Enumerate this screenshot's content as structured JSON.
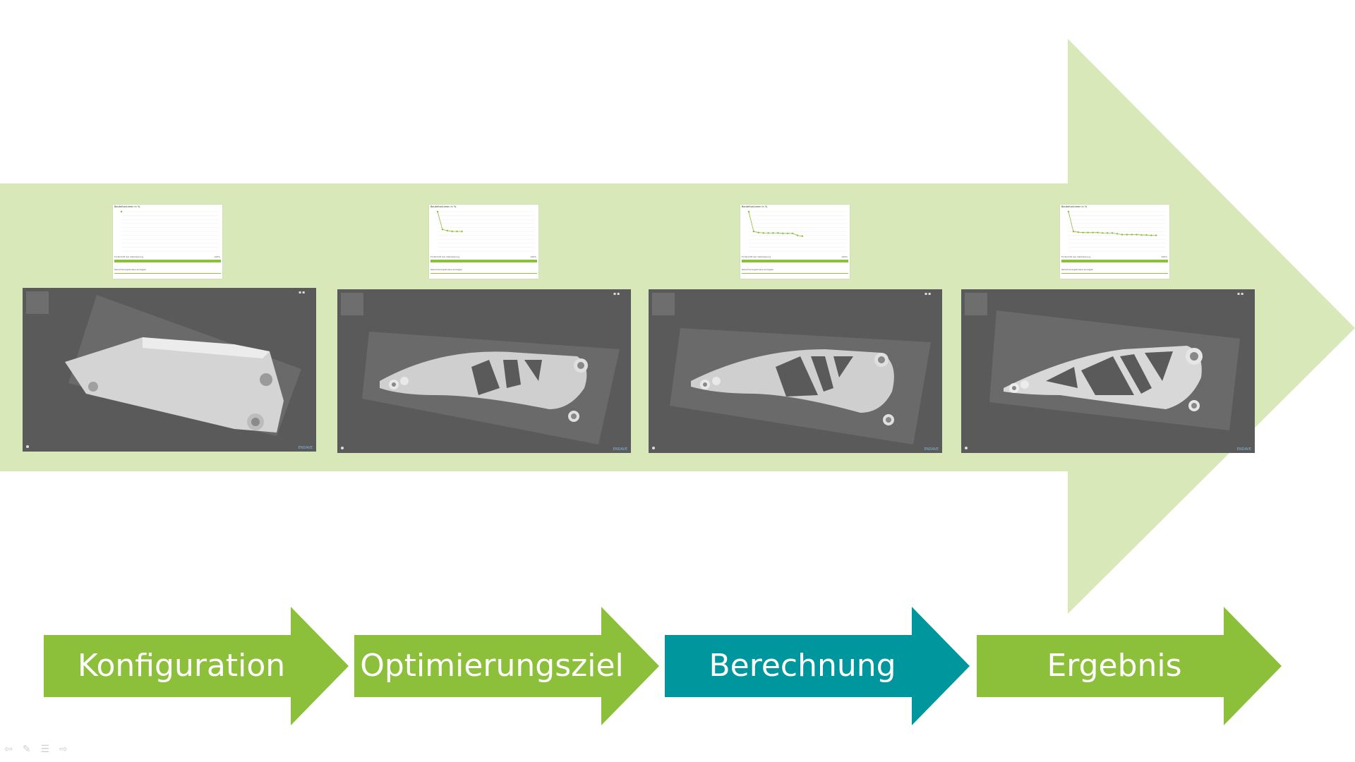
{
  "colors": {
    "background_arrow": "#d8e8b8",
    "green": "#8cbf3a",
    "teal": "#00969e",
    "viewer_bg": "#5a5a5a"
  },
  "steps": [
    {
      "label": "Konfiguration",
      "color": "#8cbf3a"
    },
    {
      "label": "Optimierungsziel",
      "color": "#8cbf3a"
    },
    {
      "label": "Berechnung",
      "color": "#00969e"
    },
    {
      "label": "Ergebnis",
      "color": "#8cbf3a"
    }
  ],
  "panels": [
    {
      "chart_title": "Bauteilvolumen in %",
      "progress_label": "Fortschritt der Optimierung",
      "progress_pct": "100%",
      "intermediate_label": "Zwischenergebnisse anzeigen",
      "chart_points": [
        100
      ]
    },
    {
      "chart_title": "Bauteilvolumen in %",
      "progress_label": "Fortschritt der Optimierung",
      "progress_pct": "100%",
      "intermediate_label": "Zwischenergebnisse anzeigen",
      "chart_points": [
        100,
        55,
        52,
        50,
        50,
        50
      ]
    },
    {
      "chart_title": "Bauteilvolumen in %",
      "progress_label": "Fortschritt der Optimierung",
      "progress_pct": "100%",
      "intermediate_label": "Zwischenergebnisse anzeigen",
      "chart_points": [
        100,
        50,
        47,
        46,
        46,
        46,
        46,
        45,
        45,
        45,
        40,
        38
      ]
    },
    {
      "chart_title": "Bauteilvolumen in %",
      "progress_label": "Fortschritt der Optimierung",
      "progress_pct": "100%",
      "intermediate_label": "Zwischenergebnisse anzeigen",
      "chart_points": [
        100,
        50,
        48,
        47,
        47,
        47,
        47,
        46,
        46,
        46,
        44,
        42,
        42,
        42,
        42,
        41,
        41,
        40,
        40
      ]
    }
  ],
  "viewer": {
    "brand": "ENDAVE"
  },
  "nav_icons": [
    "back-arrow-icon",
    "pen-icon",
    "menu-icon",
    "forward-arrow-icon"
  ]
}
